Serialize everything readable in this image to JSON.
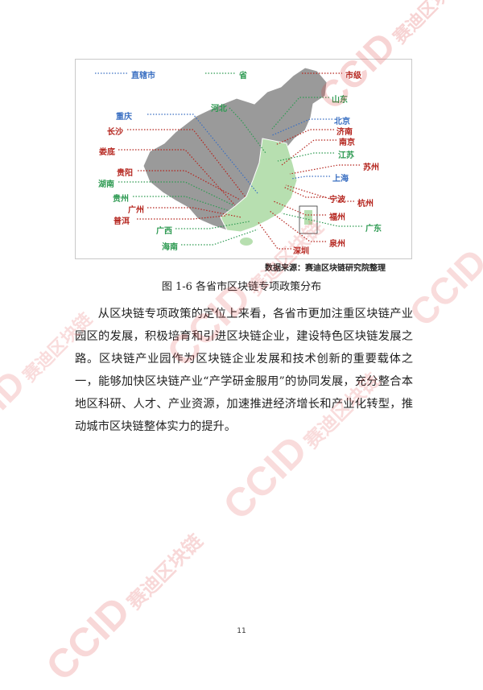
{
  "figure": {
    "legend": [
      {
        "label": "直辖市",
        "color": "#3a6fc2"
      },
      {
        "label": "省",
        "color": "#2e9a52"
      },
      {
        "label": "市级",
        "color": "#b5261f"
      }
    ],
    "labels": {
      "hebei": "河北",
      "shandong": "山东",
      "beijing": "北京",
      "jinan": "济南",
      "nanjing": "南京",
      "jiangsu": "江苏",
      "suzhou": "苏州",
      "shanghai": "上海",
      "ningbo": "宁波",
      "hangzhou": "杭州",
      "fuzhou": "福州",
      "guangdong": "广东",
      "quanzhou": "泉州",
      "shenzhen": "深圳",
      "chongqing": "重庆",
      "changsha": "长沙",
      "loudi": "娄底",
      "guiyang": "贵阳",
      "hunan": "湖南",
      "guizhou": "贵州",
      "guangzhou": "广州",
      "puer": "普洱",
      "guangxi": "广西",
      "hainan": "海南"
    }
  },
  "source_text": "数据来源：赛迪区块链研究院整理",
  "caption": "图 1-6    各省市区块链专项政策分布",
  "paragraph": "从区块链专项政策的定位上来看，各省市更加注重区块链产业园区的发展，积极培育和引进区块链企业，建设特色区块链发展之路。区块链产业园作为区块链企业发展和技术创新的重要载体之一，能够加快区块链产业“产学研金服用”的协同发展，充分整合本地区科研、人才、产业资源，加速推进经济增长和产业化转型，推动城市区块链整体实力的提升。",
  "page_number": "11",
  "watermark": {
    "logo": "CCID",
    "text": "赛迪区块链"
  }
}
